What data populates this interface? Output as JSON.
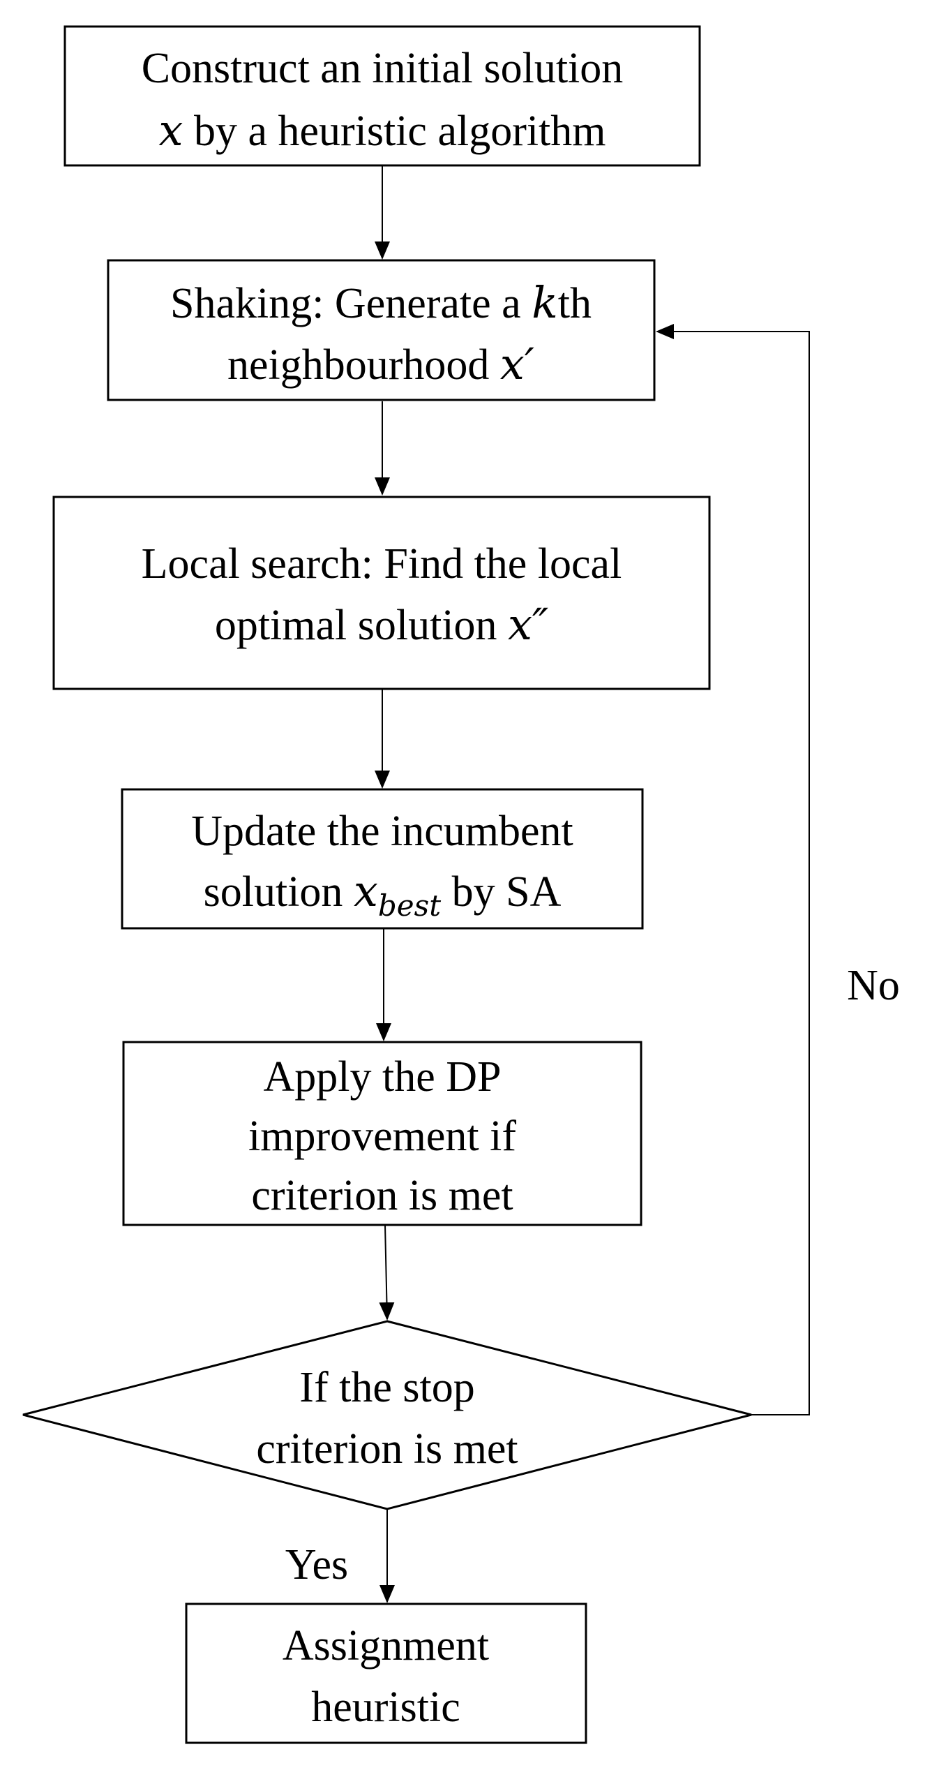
{
  "nodes": {
    "construct": {
      "line1": "Construct an initial solution",
      "line2_var": "x",
      "line2_rest": " by a heuristic algorithm"
    },
    "shaking": {
      "line1_pre": "Shaking: Generate a ",
      "line1_var": "k",
      "line1_post": "th",
      "line2_pre": "neighbourhood ",
      "line2_var": "x′"
    },
    "local_search": {
      "line1": "Local search: Find the local",
      "line2_pre": "optimal solution ",
      "line2_var": "x″"
    },
    "update": {
      "line1": "Update the incumbent",
      "line2_pre": "solution ",
      "line2_var": "x",
      "line2_sub": "best",
      "line2_post": " by SA"
    },
    "dp": {
      "line1": "Apply the DP",
      "line2": "improvement if",
      "line3": "criterion is met"
    },
    "stop": {
      "line1": "If the stop",
      "line2": "criterion is met"
    },
    "assignment": {
      "line1": "Assignment",
      "line2": "heuristic"
    }
  },
  "edges": {
    "no_label": "No",
    "yes_label": "Yes"
  }
}
